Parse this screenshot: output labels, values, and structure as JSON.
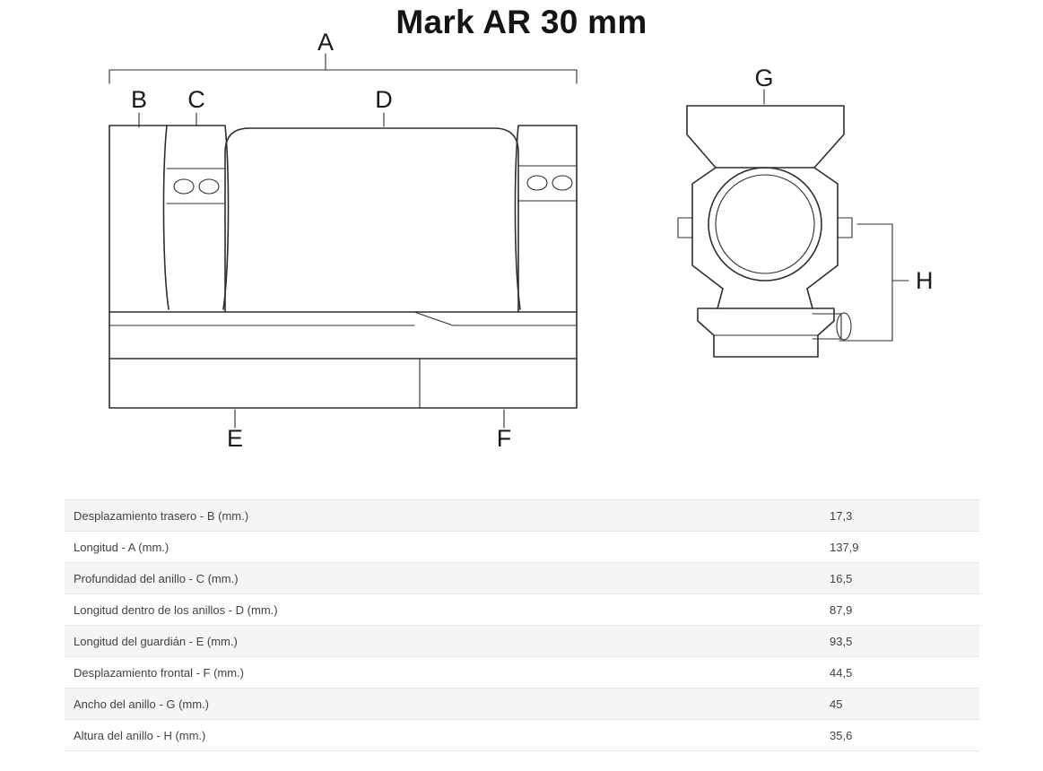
{
  "page": {
    "title": "Mark AR 30 mm"
  },
  "diagram": {
    "description": "Technical line drawing of a cantilever scope mount: side view (left) and front ring cross-section view (right) with dimension callouts",
    "labels": {
      "a": "A",
      "b": "B",
      "c": "C",
      "d": "D",
      "e": "E",
      "f": "F",
      "g": "G",
      "h": "H"
    }
  },
  "colors": {
    "drawing_stroke": "#2e2e2e",
    "title_text": "#141414",
    "table_alt_row": "#f5f5f5",
    "table_border": "#e6e6e6",
    "table_text": "#424242"
  },
  "spec_table": {
    "rows": [
      {
        "label": "Desplazamiento trasero - B (mm.)",
        "value": "17,3"
      },
      {
        "label": "Longitud - A (mm.)",
        "value": "137,9"
      },
      {
        "label": "Profundidad del anillo - C (mm.)",
        "value": "16,5"
      },
      {
        "label": "Longitud dentro de los anillos - D (mm.)",
        "value": "87,9"
      },
      {
        "label": "Longitud del guardián - E (mm.)",
        "value": "93,5"
      },
      {
        "label": "Desplazamiento frontal - F (mm.)",
        "value": "44,5"
      },
      {
        "label": "Ancho del anillo - G (mm.)",
        "value": "45"
      },
      {
        "label": "Altura del anillo - H (mm.)",
        "value": "35,6"
      }
    ]
  }
}
